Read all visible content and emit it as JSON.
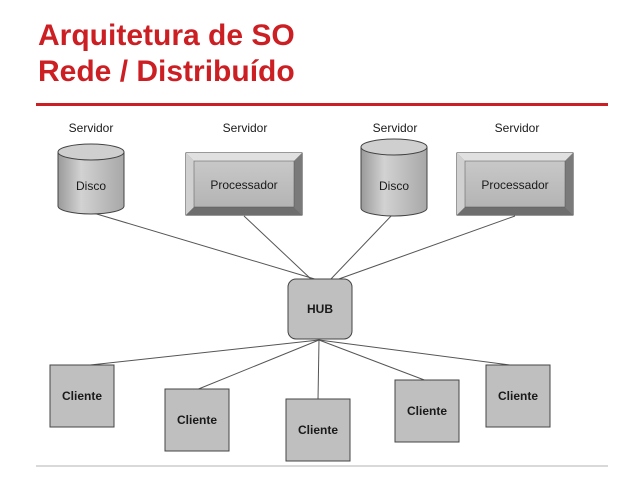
{
  "title": {
    "line1": "Arquitetura de SO",
    "line2": "Rede / Distribuído"
  },
  "colors": {
    "accent": "#cc1f24",
    "node_fill": "#bfbfbf",
    "line": "#555555"
  },
  "servers": [
    {
      "role": "Servidor",
      "kind": "disk",
      "label": "Disco"
    },
    {
      "role": "Servidor",
      "kind": "processor",
      "label": "Processador"
    },
    {
      "role": "Servidor",
      "kind": "disk",
      "label": "Disco"
    },
    {
      "role": "Servidor",
      "kind": "processor",
      "label": "Processador"
    }
  ],
  "hub": {
    "label": "HUB"
  },
  "clients": [
    {
      "label": "Cliente"
    },
    {
      "label": "Cliente"
    },
    {
      "label": "Cliente"
    },
    {
      "label": "Cliente"
    },
    {
      "label": "Cliente"
    }
  ]
}
